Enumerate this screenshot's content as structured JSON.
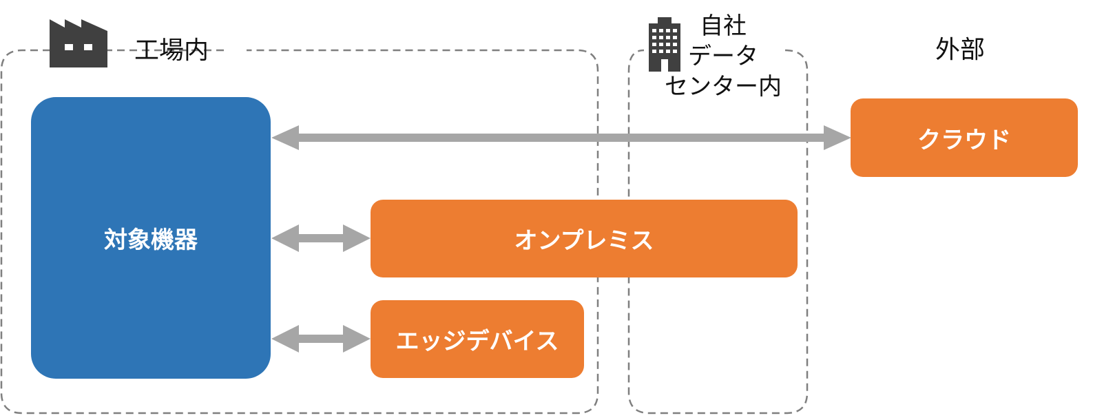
{
  "zones": {
    "factory": {
      "label": "工場内"
    },
    "datacenter": {
      "label_lines": [
        "自社",
        "データ",
        "センター内"
      ]
    },
    "external": {
      "label": "外部"
    }
  },
  "boxes": {
    "target": {
      "label": "対象機器"
    },
    "cloud": {
      "label": "クラウド"
    },
    "onprem": {
      "label": "オンプレミス"
    },
    "edge": {
      "label": "エッジデバイス"
    }
  },
  "icons": {
    "factory": "factory-icon",
    "building": "building-icon"
  },
  "colors": {
    "target_box": "#2E75B6",
    "service_box": "#ED7D31",
    "arrow": "#A6A6A6",
    "zone_border": "#7F7F7F",
    "icon": "#404040"
  }
}
